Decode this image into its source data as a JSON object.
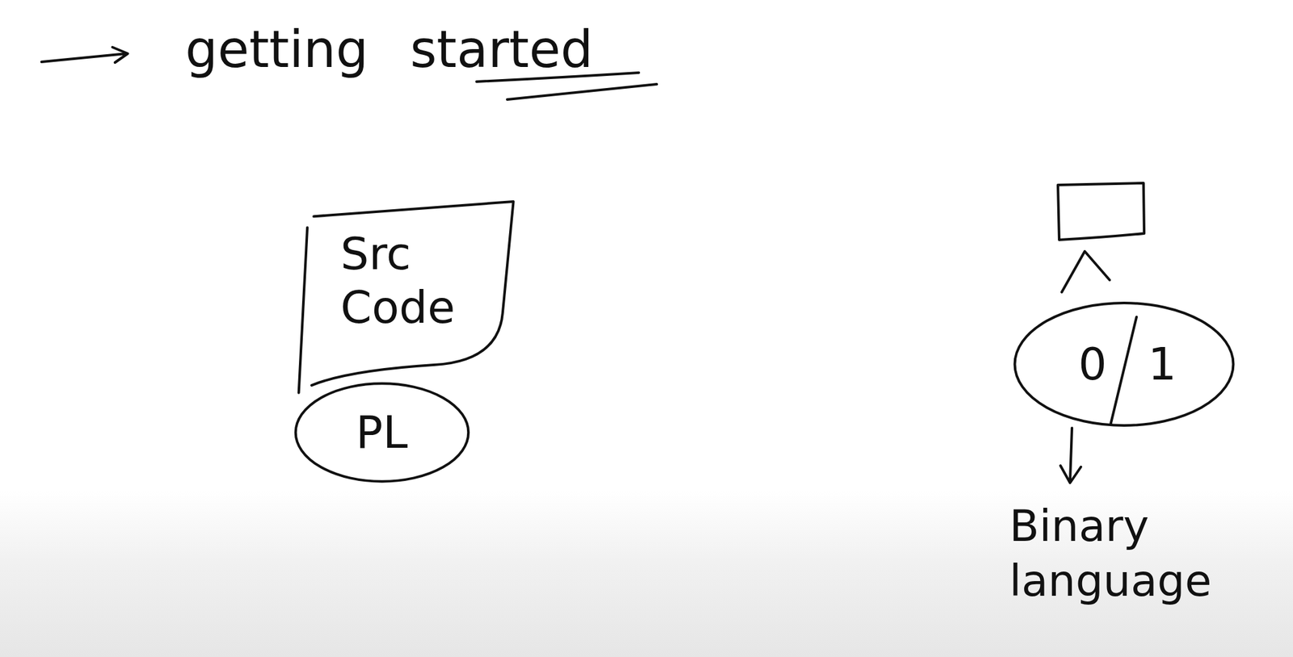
{
  "diagram": {
    "title": "getting started",
    "nodes": [
      {
        "text": [
          "Src Code"
        ]
      },
      {
        "text": [
          "PL"
        ]
      },
      {
        "text": [
          "0",
          "1"
        ]
      }
    ],
    "labels": [
      "Binary language"
    ]
  }
}
